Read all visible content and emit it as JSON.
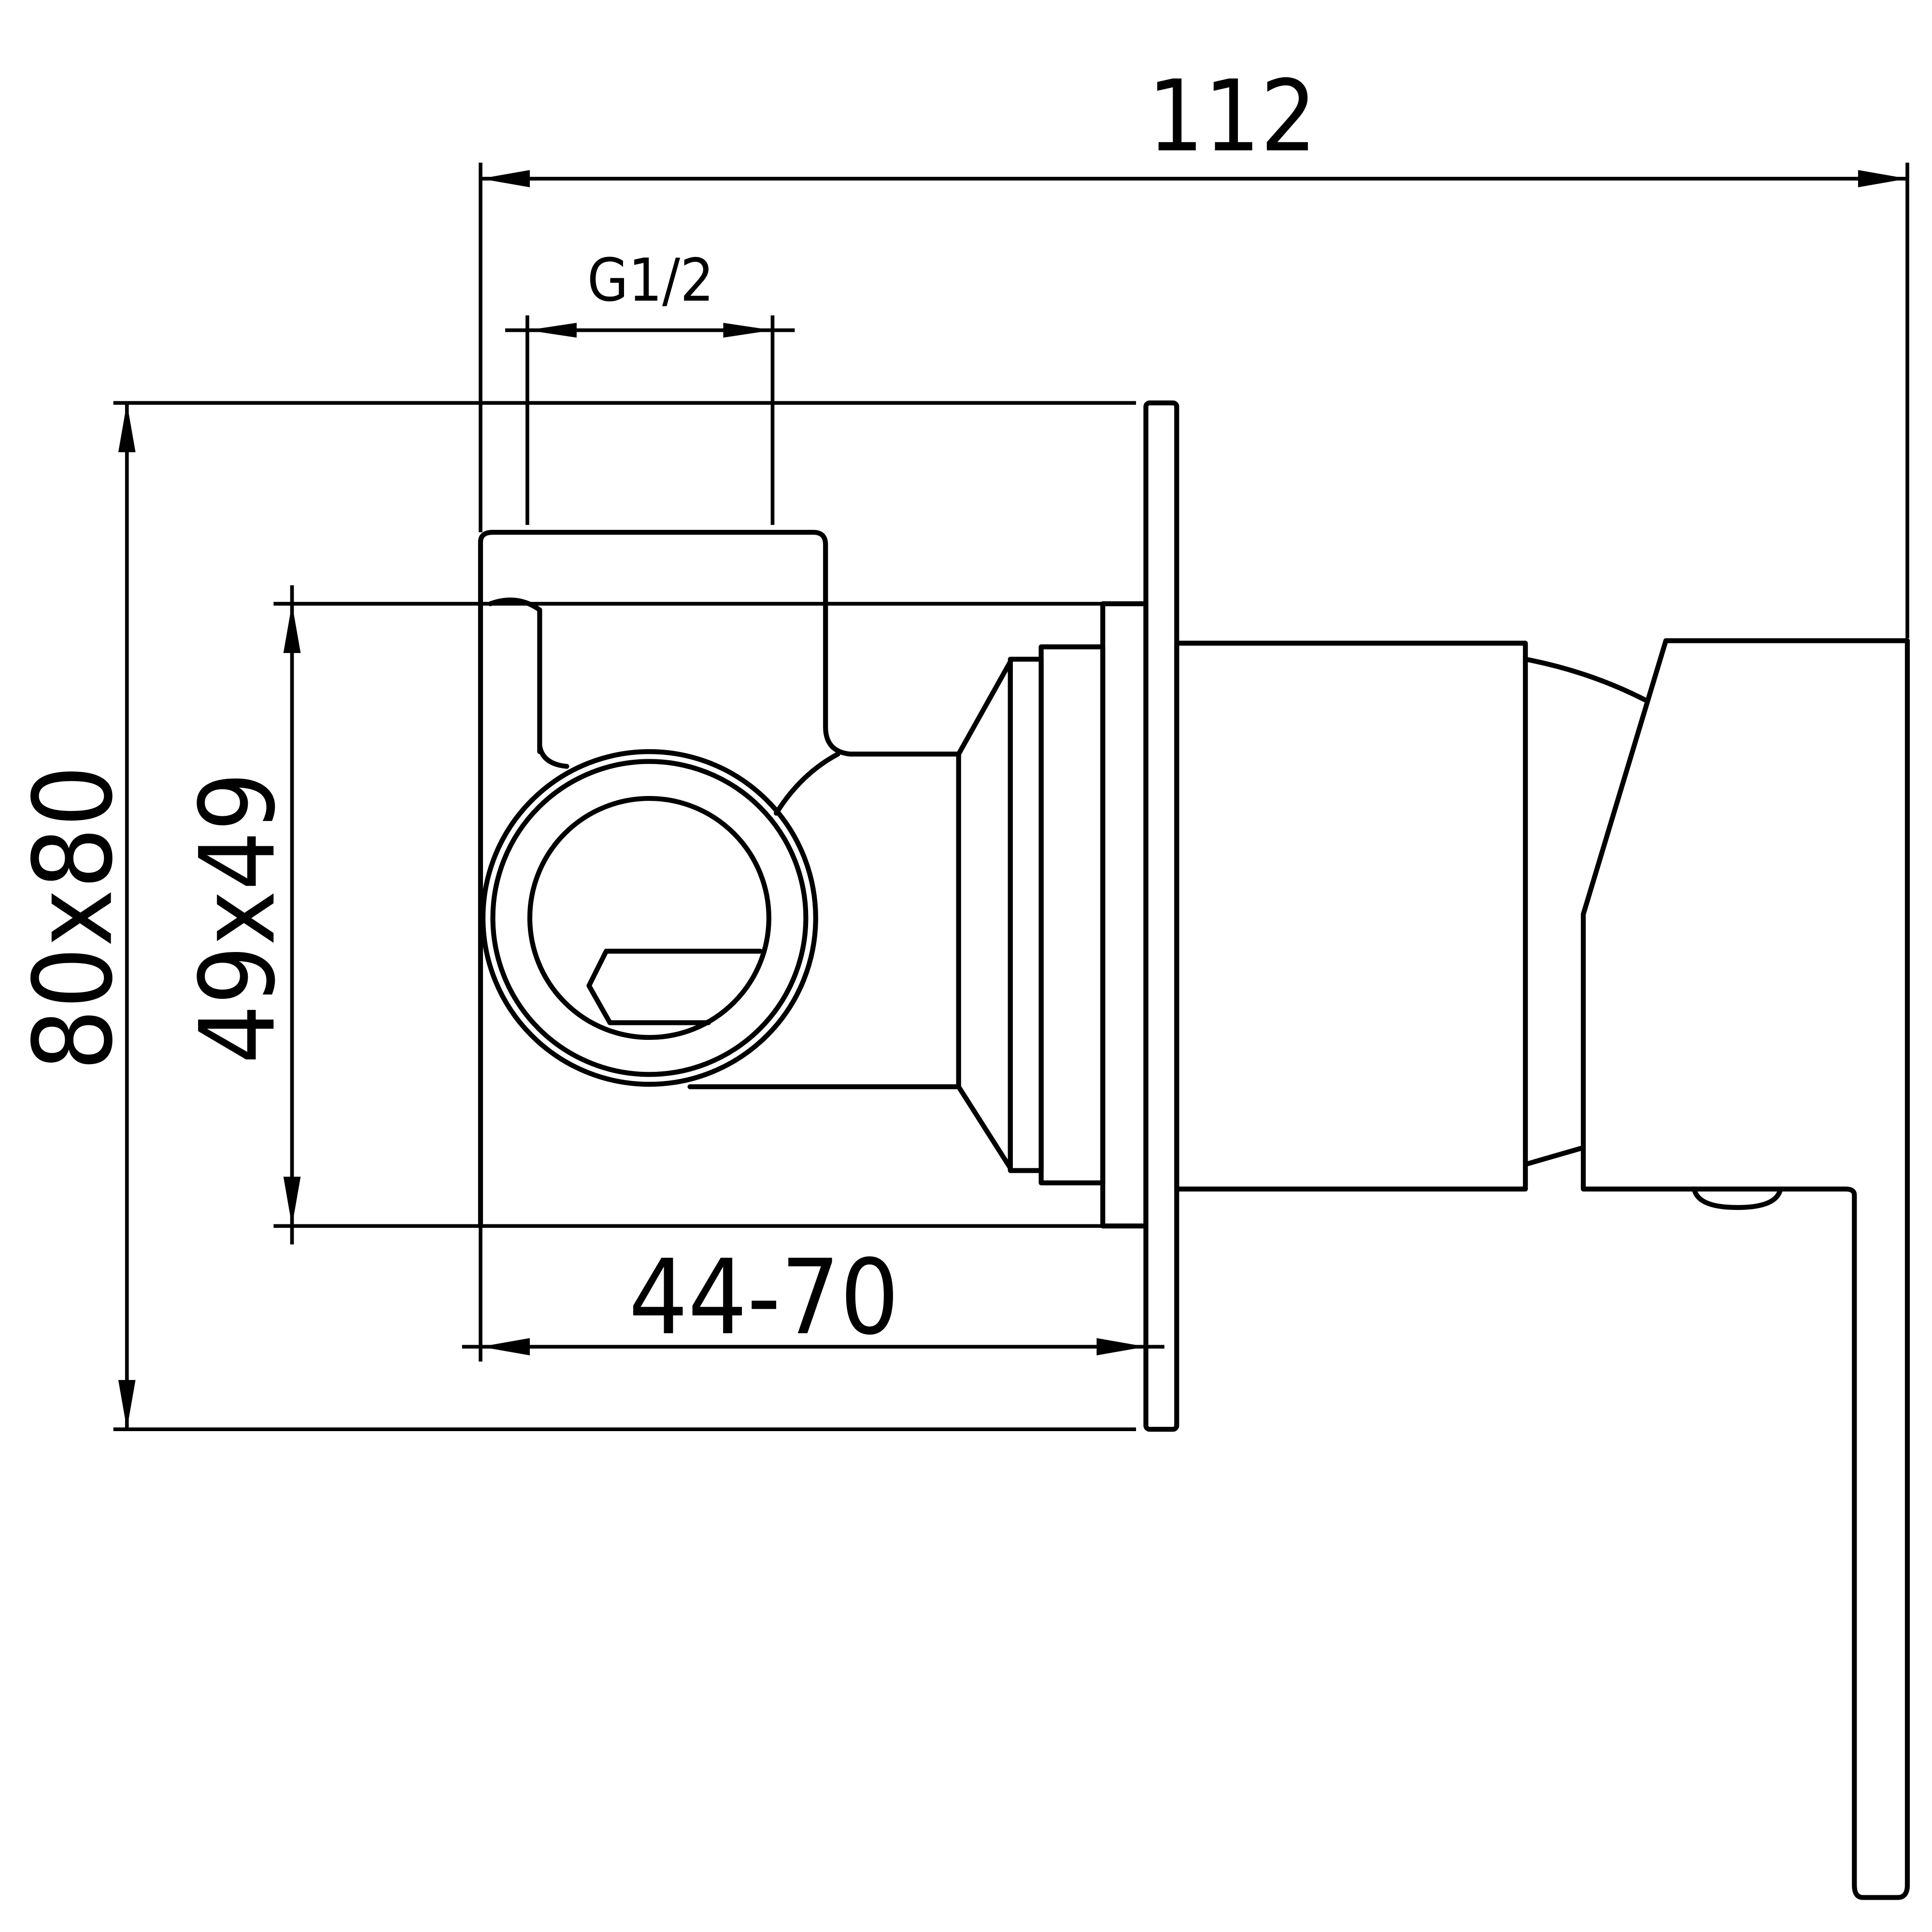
{
  "drawing": {
    "dimensions": {
      "overall_depth": "112",
      "thread": "G1/2",
      "plate_size": "80x80",
      "body_size": "49x49",
      "wall_depth_range": "44-70"
    },
    "colors": {
      "line": "#000000",
      "background": "#ffffff"
    }
  }
}
